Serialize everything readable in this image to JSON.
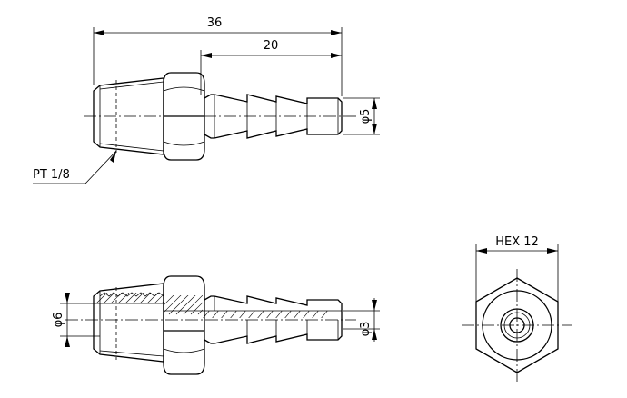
{
  "dimensions": {
    "overall_length": "36",
    "barb_length": "20",
    "outer_diameter": "φ5",
    "bore_diameter": "φ3",
    "thread_diameter": "φ6",
    "hex_size": "HEX 12"
  },
  "callouts": {
    "thread": "PT 1/8"
  }
}
